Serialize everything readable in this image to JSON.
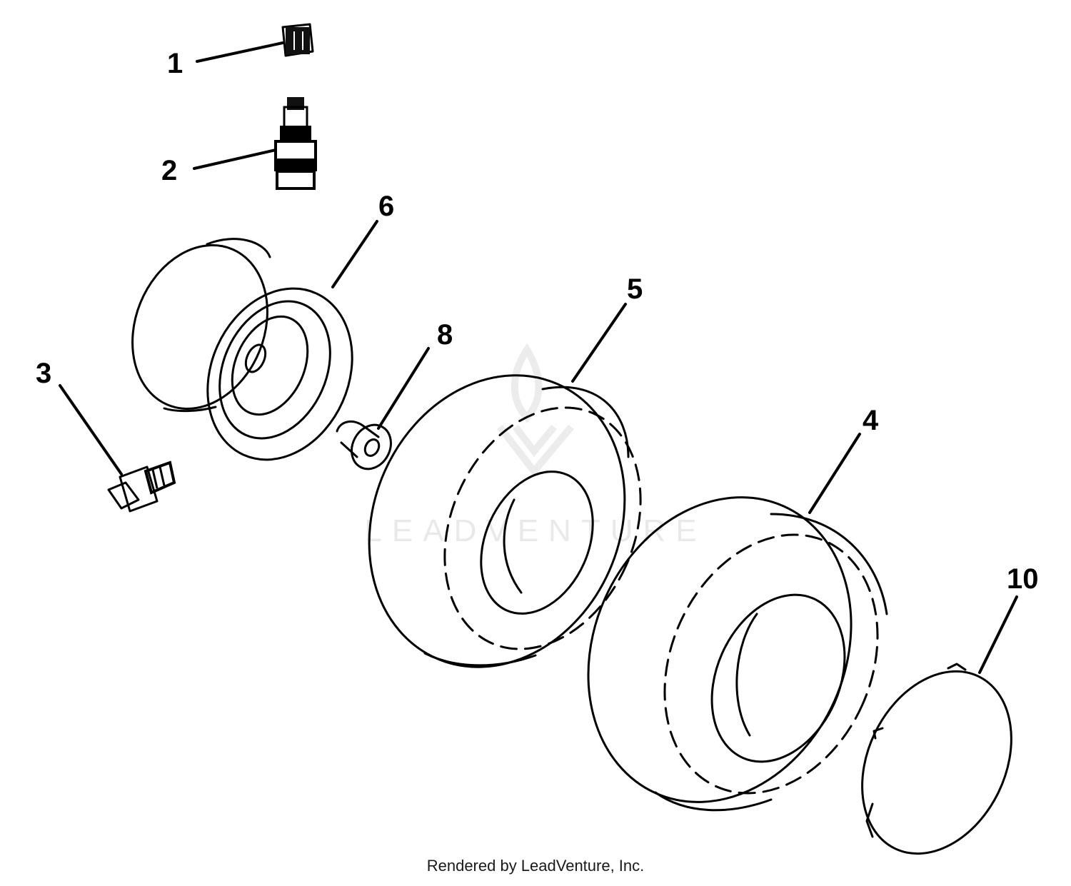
{
  "diagram": {
    "callouts": [
      "1",
      "2",
      "3",
      "4",
      "5",
      "6",
      "8",
      "10"
    ],
    "parts": [
      {
        "name": "valve-cap",
        "callout": "1"
      },
      {
        "name": "valve-stem",
        "callout": "2"
      },
      {
        "name": "grease-fitting",
        "callout": "3"
      },
      {
        "name": "tire-outer",
        "callout": "4"
      },
      {
        "name": "tire-inner",
        "callout": "5"
      },
      {
        "name": "wheel-rim",
        "callout": "6"
      },
      {
        "name": "bushing",
        "callout": "8"
      },
      {
        "name": "hub-cap",
        "callout": "10"
      }
    ]
  },
  "watermark": {
    "text": "LEADVENTURE",
    "logo_icon": "leadventure-flame-v-logo"
  },
  "footer": {
    "credit": "Rendered by LeadVenture, Inc."
  }
}
